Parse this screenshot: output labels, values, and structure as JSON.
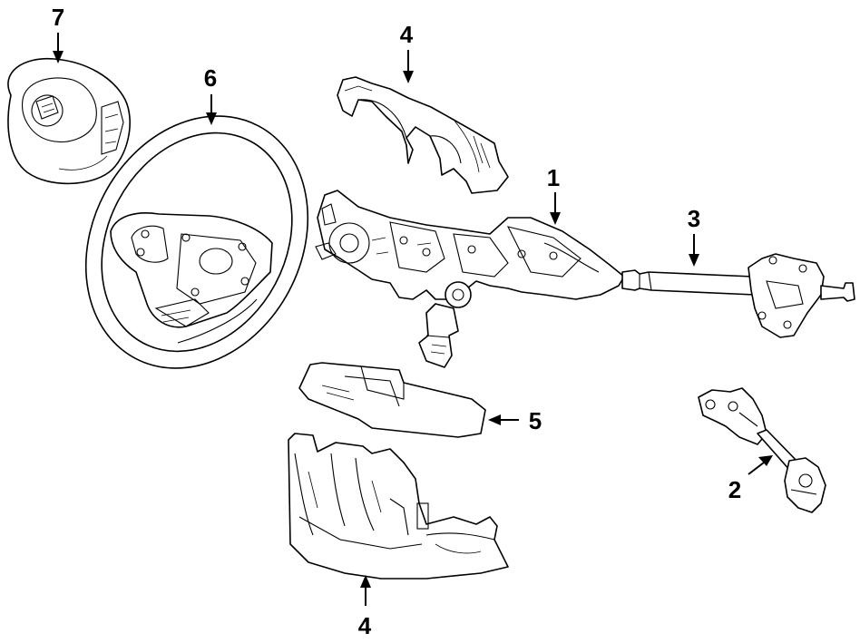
{
  "callouts": {
    "airbag": "7",
    "steering_wheel": "6",
    "upper_cover": "4",
    "column": "1",
    "shaft": "3",
    "trim_panel": "5",
    "lower_cover": "4",
    "intermediate_shaft": "2"
  }
}
